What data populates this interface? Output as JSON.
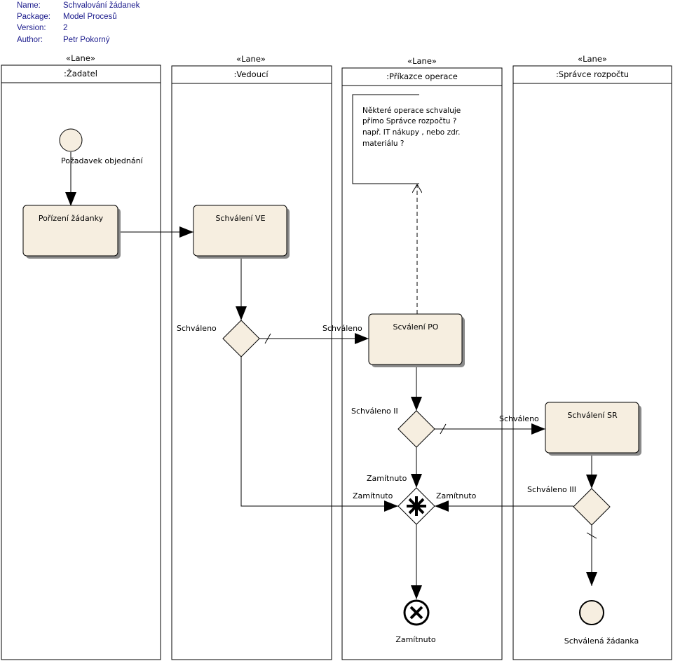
{
  "header": {
    "rows": [
      {
        "key": "Name:",
        "value": "Schvalování žádanek"
      },
      {
        "key": "Package:",
        "value": "Model Procesů"
      },
      {
        "key": "Version:",
        "value": "2"
      },
      {
        "key": "Author:",
        "value": "Petr Pokorný"
      }
    ]
  },
  "lanes": [
    {
      "stereotype": "«Lane»",
      "title": ":Žadatel"
    },
    {
      "stereotype": "«Lane»",
      "title": ":Vedoucí"
    },
    {
      "stereotype": "«Lane»",
      "title": ":Příkazce operace"
    },
    {
      "stereotype": "«Lane»",
      "title": ":Správce rozpočtu"
    }
  ],
  "start_event": {
    "label": "Požadavek objednání"
  },
  "activities": {
    "porizeni": "Pořízení žádanky",
    "schvaleni_ve": "Schválení VE",
    "schvaleni_po": "Scválení PO",
    "schvaleni_sr": "Schválení SR"
  },
  "note": {
    "lines": [
      "Některé operace schvaluje",
      "přímo Správce rozpočtu ?",
      "např. IT nákupy , nebo zdr.",
      "materiálu ?"
    ]
  },
  "gateway_labels": {
    "g1": "Schváleno",
    "g2": "Schváleno II",
    "g3": "Schváleno III"
  },
  "flow_labels": {
    "to_po": "Schváleno",
    "to_sr": "Schváleno",
    "reject_top": "Zamítnuto",
    "reject_left": "Zamítnuto",
    "reject_right": "Zamítnuto"
  },
  "end_events": {
    "rejected": "Zamítnuto",
    "approved": "Schválená žádanka"
  }
}
